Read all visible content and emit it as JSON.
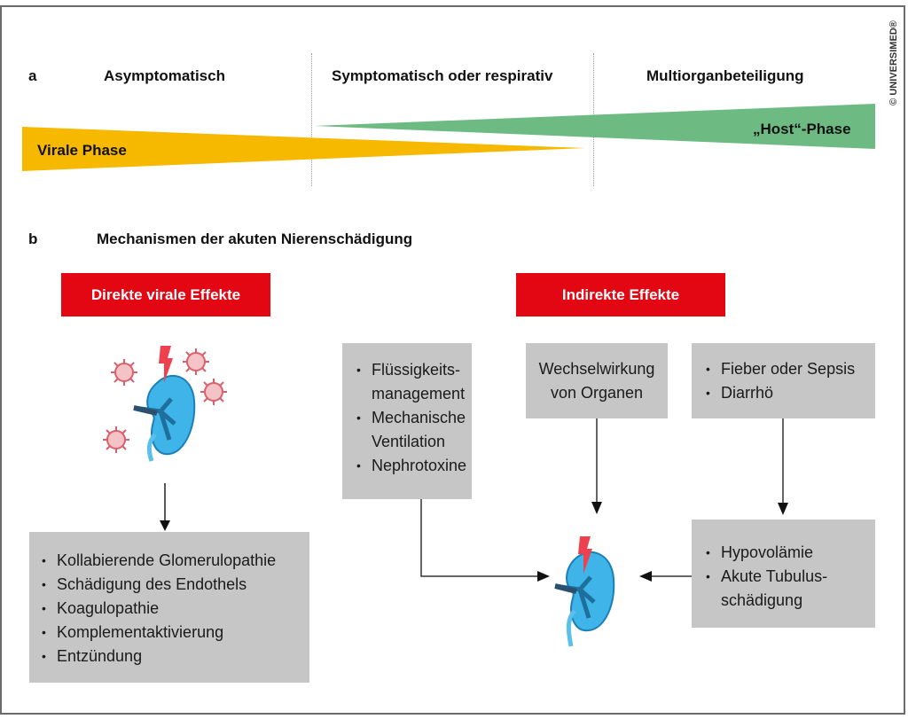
{
  "copyright": "© UNIVERSIMED®",
  "section_a": {
    "label": "a",
    "phases": [
      "Asymptomatisch",
      "Symptomatisch oder respirativ",
      "Multiorganbeteiligung"
    ],
    "viral_phase_label": "Virale Phase",
    "host_phase_label": "„Host“-Phase",
    "colors": {
      "viral": "#f7b800",
      "host": "#6dbb83"
    }
  },
  "section_b": {
    "label": "b",
    "title": "Mechanismen der akuten Nierenschädigung",
    "direct": {
      "header": "Direkte virale Effekte",
      "items": [
        "Kollabierende Glomerulopathie",
        "Schädigung des Endothels",
        "Koagulopathie",
        "Komplementaktivierung",
        "Entzündung"
      ]
    },
    "indirect": {
      "header": "Indirekte Effekte",
      "box1": {
        "items": [
          "Flüssigkeits-",
          "management",
          "Mechanische",
          "Ventilation",
          "Nephrotoxine"
        ]
      },
      "box2": {
        "lines": [
          "Wechselwirkung",
          "von Organen"
        ]
      },
      "box3": {
        "items": [
          "Fieber oder Sepsis",
          "Diarrhö"
        ]
      },
      "box4": {
        "items": [
          "Hypovolämie",
          "Akute Tubulus-",
          "schädigung"
        ]
      }
    },
    "colors": {
      "header": "#e30613",
      "box": "#c6c6c6",
      "kidney": "#29a3dc",
      "virus": "#e0707a",
      "bolt": "#ef4050"
    }
  }
}
